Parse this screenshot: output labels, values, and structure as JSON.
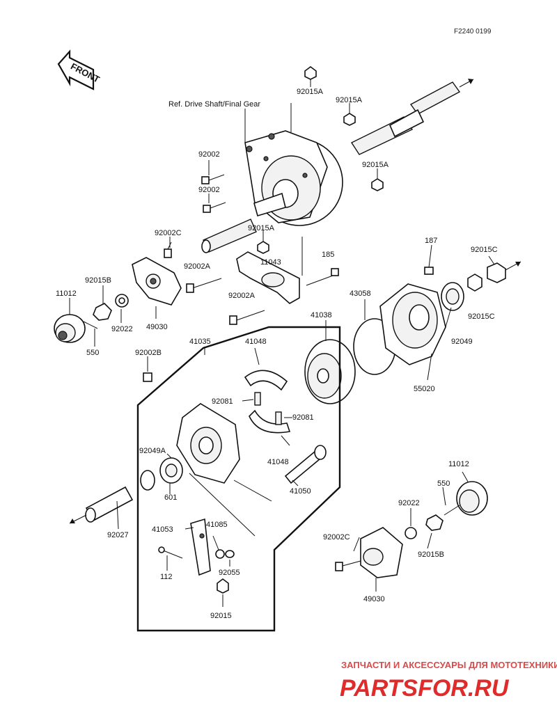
{
  "diagram_code": "F2240 0199",
  "front_label": "FRONT",
  "reference_note": "Ref. Drive Shaft/Final Gear",
  "labels": {
    "p92015A_a": "92015A",
    "p92015A_b": "92015A",
    "p92015A_c": "92015A",
    "p92015A_d": "92015A",
    "p92002_a": "92002",
    "p92002_b": "92002",
    "p92002C_top": "92002C",
    "p92002A_a": "92002A",
    "p92002A_b": "92002A",
    "p11043": "11043",
    "p185": "185",
    "p187": "187",
    "p92015C_a": "92015C",
    "p92015C_b": "92015C",
    "p92015B_top": "92015B",
    "p11012_top": "11012",
    "p92022_top": "92022",
    "p49030_top": "49030",
    "p550_top": "550",
    "p43058": "43058",
    "p41038": "41038",
    "p92049": "92049",
    "p55020": "55020",
    "p41035": "41035",
    "p41048_a": "41048",
    "p41048_b": "41048",
    "p92002B": "92002B",
    "p92081_a": "92081",
    "p92081_b": "92081",
    "p92049A": "92049A",
    "p601": "601",
    "p41050": "41050",
    "p92027": "92027",
    "p41053": "41053",
    "p41085": "41085",
    "p112": "112",
    "p92055": "92055",
    "p92015": "92015",
    "p11012_bot": "11012",
    "p550_bot": "550",
    "p92022_bot": "92022",
    "p92002C_bot": "92002C",
    "p92015B_bot": "92015B",
    "p49030_bot": "49030"
  },
  "watermark": {
    "tagline": "ЗАПЧАСТИ И АКСЕССУАРЫ ДЛЯ МОТОТЕХНИКИ",
    "logo": "PARTSFOR.RU"
  },
  "colors": {
    "line": "#111111",
    "background": "#ffffff",
    "watermark": "#e02b2b"
  }
}
